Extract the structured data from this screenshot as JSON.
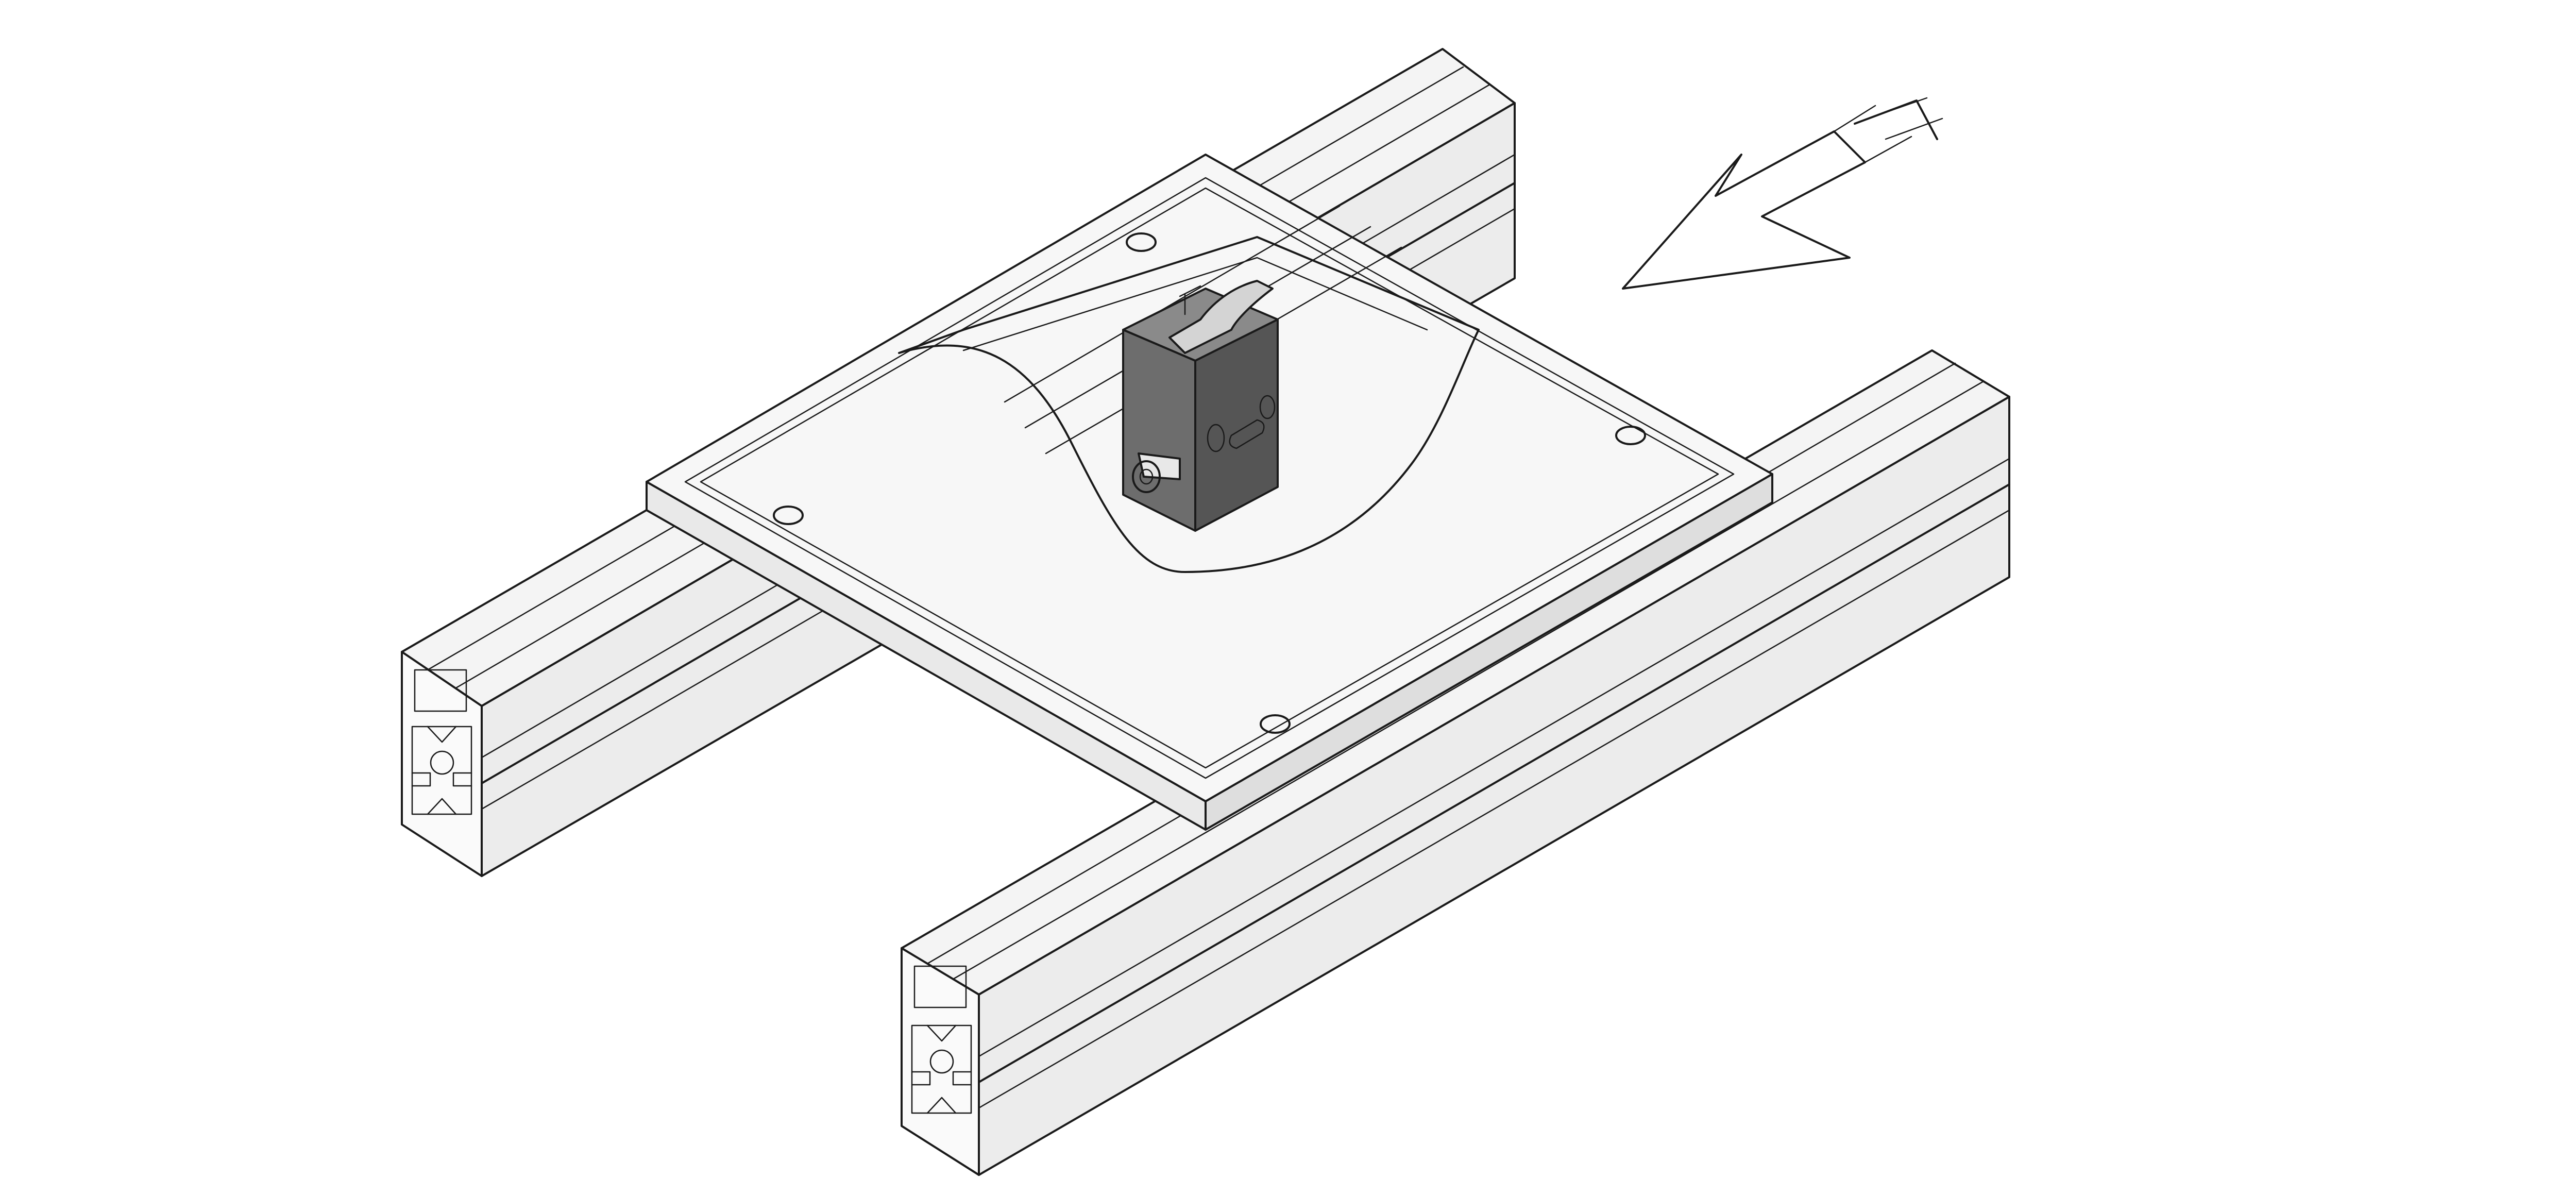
{
  "figure": {
    "kind": "isometric technical line drawing",
    "components": [
      "rear-aluminum-profile-rail",
      "front-aluminum-profile-rail",
      "workpiece-carrier-plate",
      "plate-cutaway",
      "pneumatic-valve-block",
      "valve-actuator-cam",
      "push-in-fitting",
      "travel-direction-arrow"
    ]
  },
  "colors": {
    "line": "#1a1a1a",
    "background": "#ffffff",
    "rail_face": "#f4f4f4",
    "rail_slot": "#e6e6e6",
    "plate_top": "#f7f7f7",
    "valve_front": "#6d6d6d",
    "valve_side": "#555555",
    "valve_top": "#8a8a8a",
    "cam": "#d4d4d4",
    "fitting": "#e8e8e8"
  }
}
